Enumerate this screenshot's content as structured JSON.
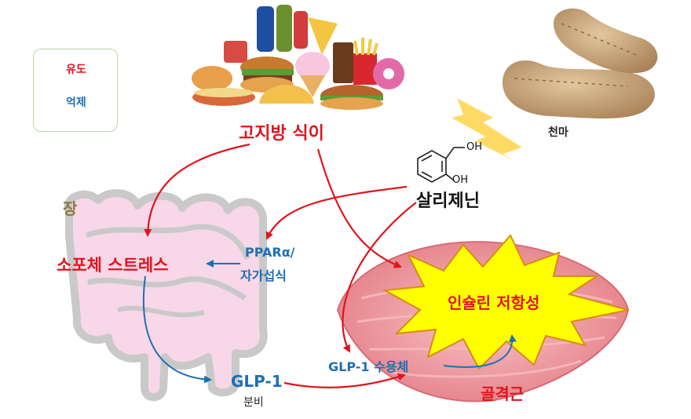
{
  "legend": {
    "items": [
      {
        "label": "유도",
        "direction": "up",
        "color": "#e0141e"
      },
      {
        "label": "억제",
        "direction": "down",
        "color": "#1f6fb2"
      }
    ]
  },
  "nodes": {
    "diet": "고지방 식이",
    "herb": "천마",
    "compound": "살리제닌",
    "gut": "장",
    "er_stress": "소포체 스트레스",
    "pparaa": "PPARα/",
    "pparab": "자가섭식",
    "glp1": "GLP-1",
    "glp1_sub": "분비",
    "receptor": "GLP-1 수용체",
    "insulin": "인슐린 저항성",
    "muscle": "골격근"
  },
  "molecule_labels": {
    "oh_top": "OH",
    "oh_bottom": "OH"
  },
  "colors": {
    "induce": "#e0141e",
    "inhibit": "#1f6fb2",
    "gut_fill": "#f8d7e8",
    "gut_outline": "#c9c9c9",
    "burst": "#ffff00",
    "burst_stroke": "#d98b1a",
    "muscle": "#ee9aa0",
    "lightning": "#ffd54a",
    "gut_label": "#8a7a3a"
  }
}
